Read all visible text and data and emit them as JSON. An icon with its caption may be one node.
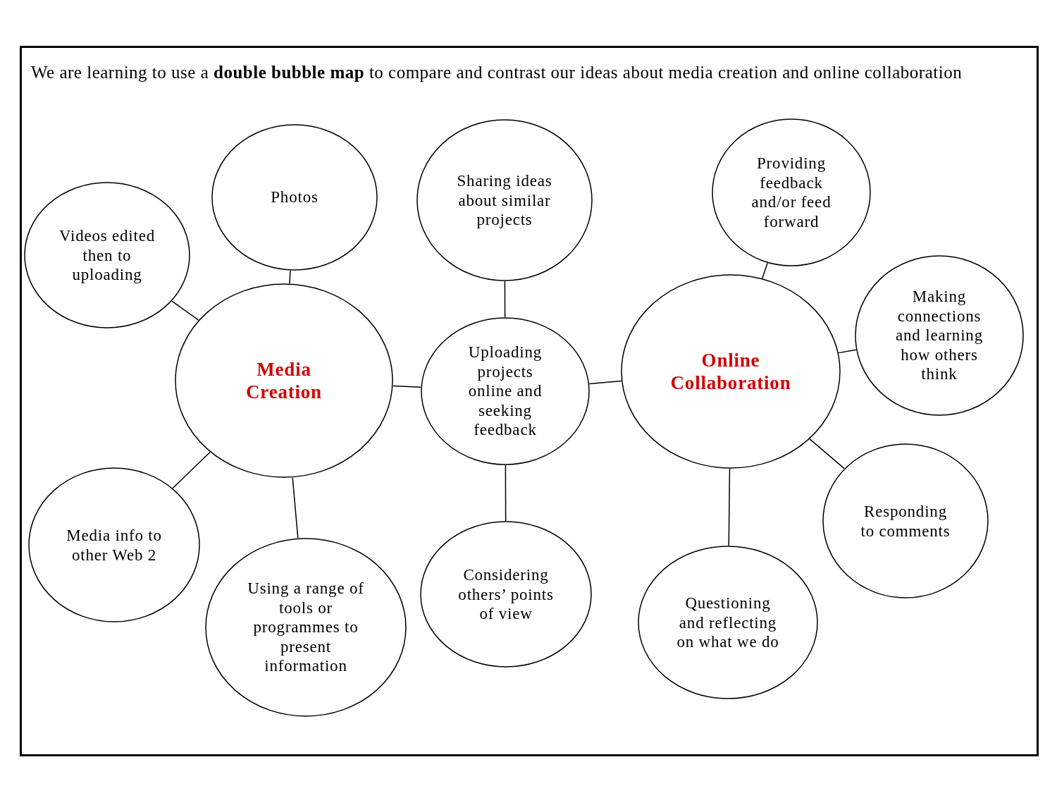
{
  "diagram": {
    "title": "We are learning to use a **double bubble map** to compare and contrast our ideas about media creation and online collaboration",
    "nodes": [
      {
        "text": [
          "Videos edited then to uploading"
        ]
      },
      {
        "text": [
          "Photos"
        ]
      },
      {
        "text": [
          "Sharing ideas about similar projects"
        ]
      },
      {
        "text": [
          "Providing feedback and/or feed forward"
        ]
      },
      {
        "text": [
          "Making connections and learning how others think"
        ]
      },
      {
        "text": [
          "Media Creation"
        ]
      },
      {
        "text": [
          "Uploading projects online and seeking feedback"
        ]
      },
      {
        "text": [
          "Online Collaboration"
        ]
      },
      {
        "text": [
          "Responding to comments"
        ]
      },
      {
        "text": [
          "Media info to other Web 2"
        ]
      },
      {
        "text": [
          "Using a range of tools or programmes to present information"
        ]
      },
      {
        "text": [
          "Considering others’ points of view"
        ]
      },
      {
        "text": [
          "Questioning and reflecting on what we do"
        ]
      }
    ],
    "edges": [
      {
        "from": 5,
        "to": 0,
        "arrow": "none"
      },
      {
        "from": 5,
        "to": 1,
        "arrow": "none"
      },
      {
        "from": 5,
        "to": 9,
        "arrow": "none"
      },
      {
        "from": 5,
        "to": 10,
        "arrow": "none"
      },
      {
        "from": 5,
        "to": 6,
        "arrow": "none"
      },
      {
        "from": 6,
        "to": 2,
        "arrow": "none"
      },
      {
        "from": 6,
        "to": 11,
        "arrow": "none"
      },
      {
        "from": 6,
        "to": 7,
        "arrow": "none"
      },
      {
        "from": 7,
        "to": 3,
        "arrow": "none"
      },
      {
        "from": 7,
        "to": 4,
        "arrow": "none"
      },
      {
        "from": 7,
        "to": 8,
        "arrow": "none"
      },
      {
        "from": 7,
        "to": 12,
        "arrow": "none"
      }
    ]
  }
}
